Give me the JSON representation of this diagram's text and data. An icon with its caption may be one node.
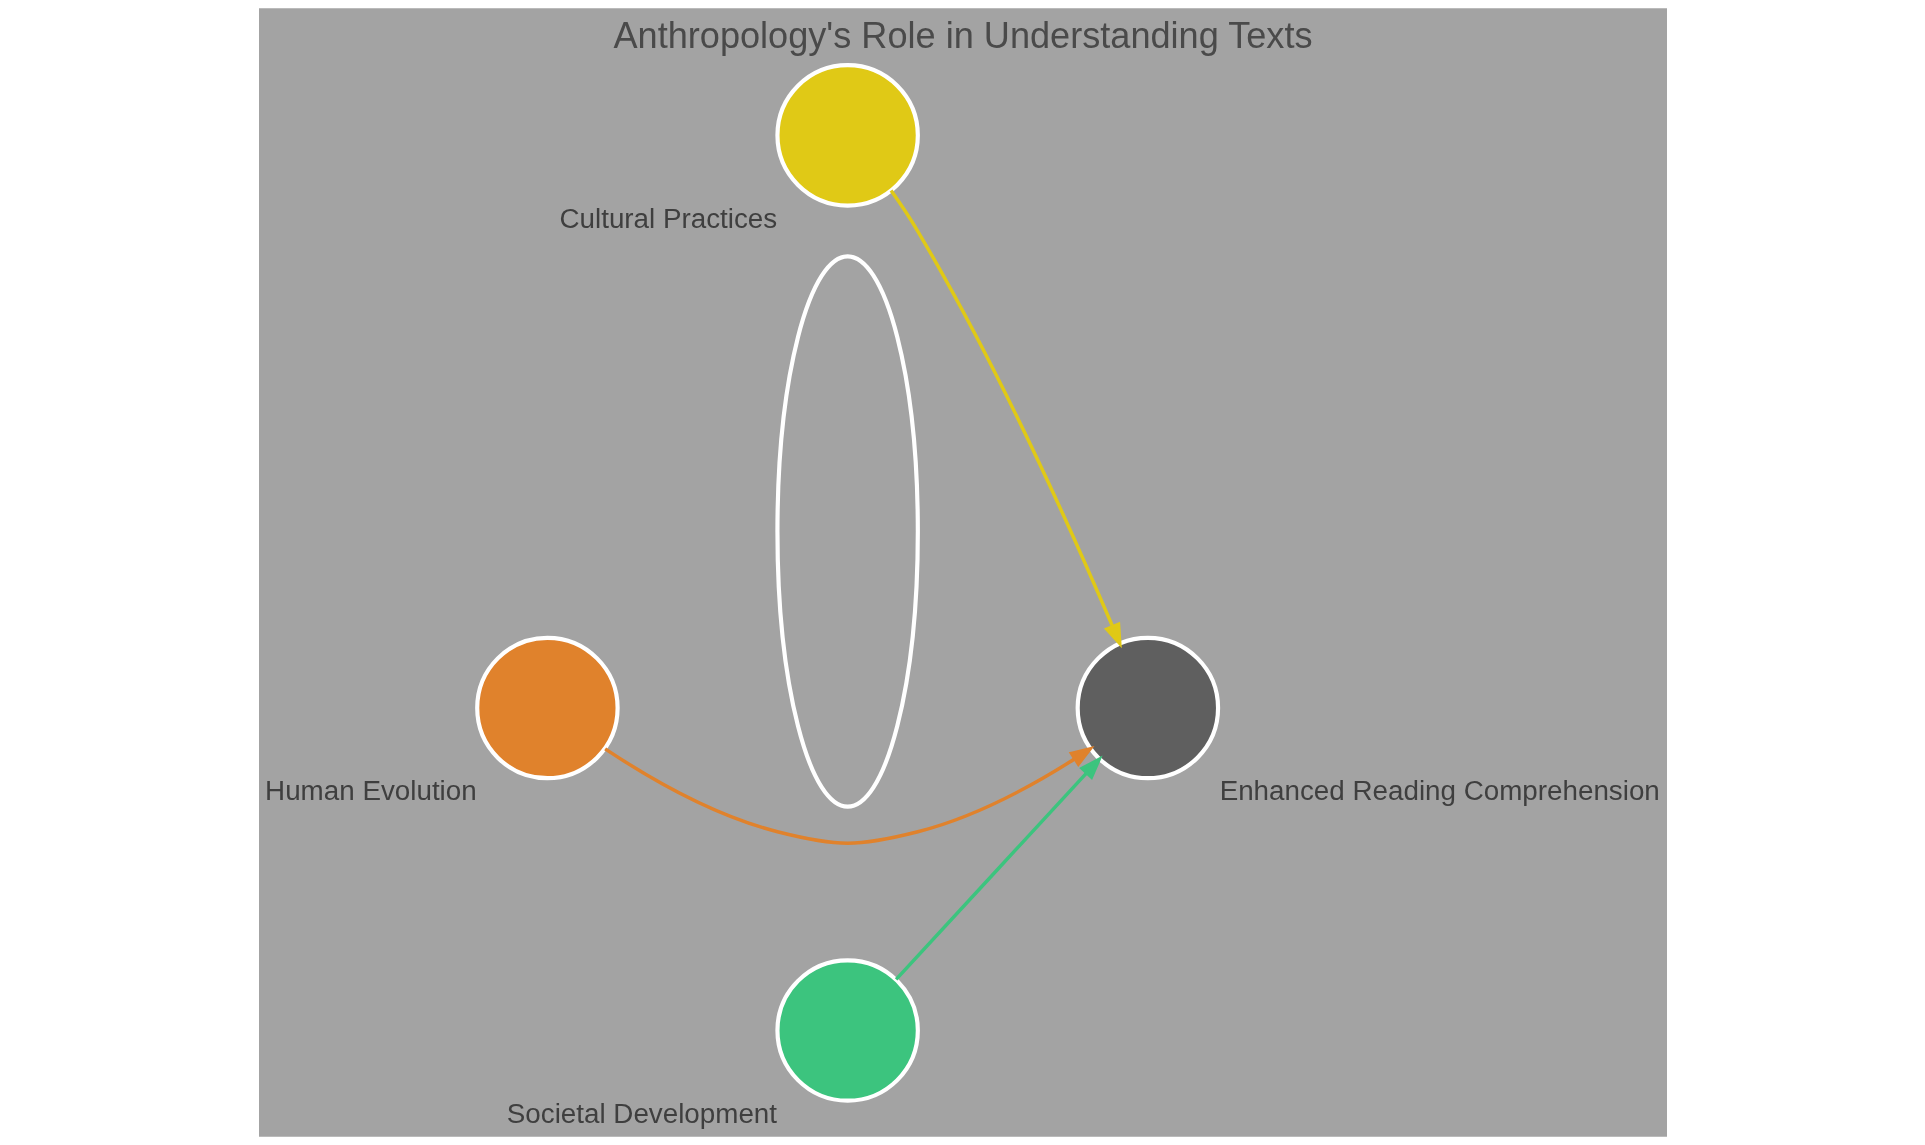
{
  "diagram": {
    "title": "Anthropology's Role in Understanding Texts",
    "nodes": [
      {
        "text": [
          "Cultural Practices"
        ]
      },
      {
        "text": [
          "Human Evolution"
        ]
      },
      {
        "text": [
          "Societal Development"
        ]
      },
      {
        "text": [],
        "shape": "lens"
      },
      {
        "text": [
          "Enhanced Reading Comprehension"
        ]
      }
    ],
    "edges": [
      {
        "from": 0,
        "to": 4,
        "arrow": "to",
        "color": "#e0c916"
      },
      {
        "from": 1,
        "to": 4,
        "arrow": "to",
        "color": "#e0822c"
      },
      {
        "from": 2,
        "to": 4,
        "arrow": "to",
        "color": "#3cc47e"
      }
    ]
  }
}
